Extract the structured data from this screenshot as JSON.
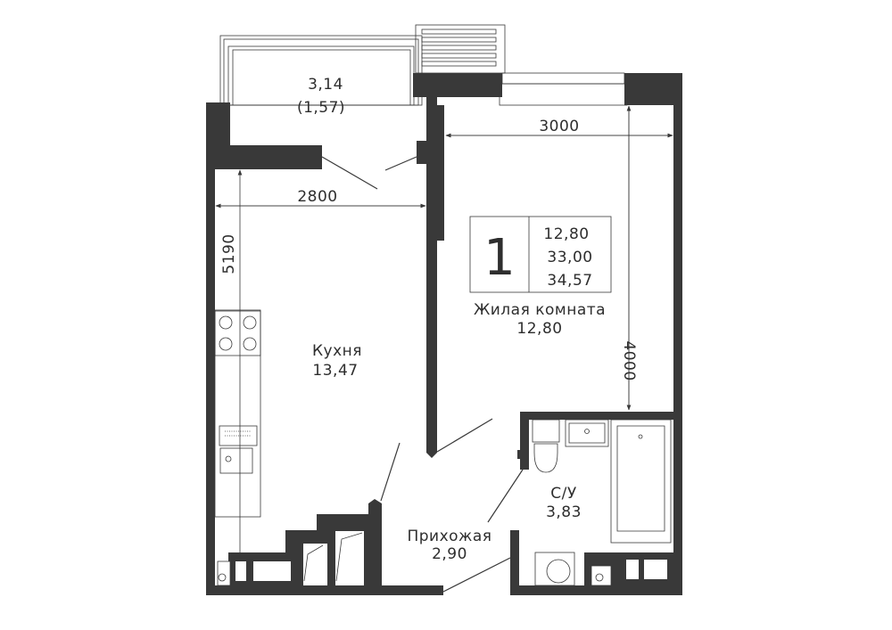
{
  "plan": {
    "rooms_count": "1",
    "area_living": "12,80",
    "area_total": "33,00",
    "area_with_balcony": "34,57",
    "rooms": [
      {
        "name": "",
        "area": "3,14",
        "sub": "(1,57)"
      },
      {
        "name": "Жилая комната",
        "area": "12,80"
      },
      {
        "name": "Кухня",
        "area": "13,47"
      },
      {
        "name": "С/У",
        "area": "3,83"
      },
      {
        "name": "Прихожая",
        "area": "2,90"
      }
    ],
    "dimensions": {
      "d2800": "2800",
      "d3000": "3000",
      "d5190": "5190",
      "d4000": "4000"
    },
    "colors": {
      "wall": "#393939",
      "background": "#ffffff"
    }
  }
}
